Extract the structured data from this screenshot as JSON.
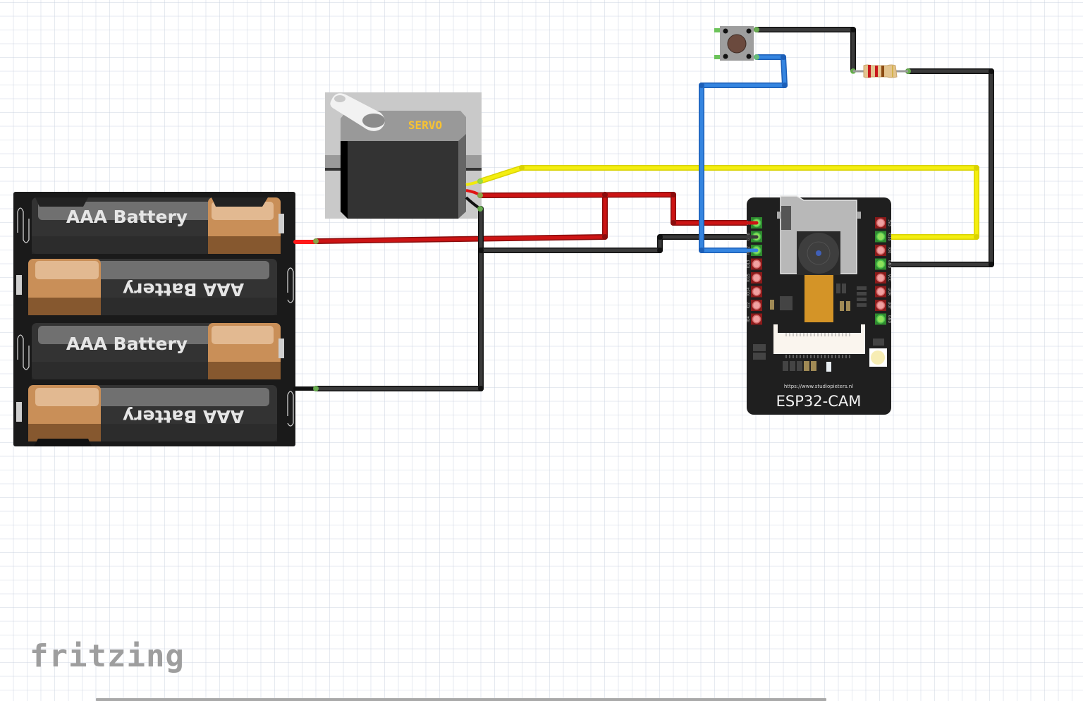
{
  "app": {
    "logo_text": "fritzing"
  },
  "battery_pack": {
    "label": "AAA Battery",
    "cells": [
      {
        "label": "AAA Battery",
        "orientation": "normal"
      },
      {
        "label": "AAA Battery",
        "orientation": "flipped"
      },
      {
        "label": "AAA Battery",
        "orientation": "normal"
      },
      {
        "label": "AAA Battery",
        "orientation": "flipped"
      }
    ]
  },
  "servo": {
    "label": "SERVO",
    "wires": [
      "signal",
      "power",
      "ground"
    ]
  },
  "pushbutton": {
    "name": "Pushbutton"
  },
  "resistor": {
    "name": "Resistor",
    "bands": [
      "#c8171c",
      "#c8171c",
      "#8b4a12",
      "#d4b24a"
    ]
  },
  "esp32cam": {
    "title": "ESP32-CAM",
    "url": "https://www.studiopieters.nl",
    "left_pins": [
      "5V",
      "GND",
      "IO12",
      "IO13",
      "IO15",
      "IO14",
      "IO2",
      "IO4"
    ],
    "right_pins": [
      "3V3",
      "IO16",
      "IO0",
      "GND",
      "VCC",
      "UOR",
      "UOT",
      "GND"
    ],
    "left_connected": [
      true,
      true,
      true,
      false,
      false,
      false,
      false,
      false
    ],
    "right_connected": [
      false,
      true,
      false,
      true,
      false,
      false,
      false,
      true
    ]
  },
  "wires": [
    {
      "name": "wire-battery-positive",
      "color": "#cc1414"
    },
    {
      "name": "wire-battery-ground",
      "color": "#2b2b2b"
    },
    {
      "name": "wire-servo-signal",
      "color": "#f0ea0c"
    },
    {
      "name": "wire-servo-power",
      "color": "#cc1414"
    },
    {
      "name": "wire-servo-ground",
      "color": "#2b2b2b"
    },
    {
      "name": "wire-button-to-io12",
      "color": "#2f7ad6"
    },
    {
      "name": "wire-button-to-resistor",
      "color": "#2b2b2b"
    },
    {
      "name": "wire-resistor-to-gnd",
      "color": "#2b2b2b"
    }
  ]
}
